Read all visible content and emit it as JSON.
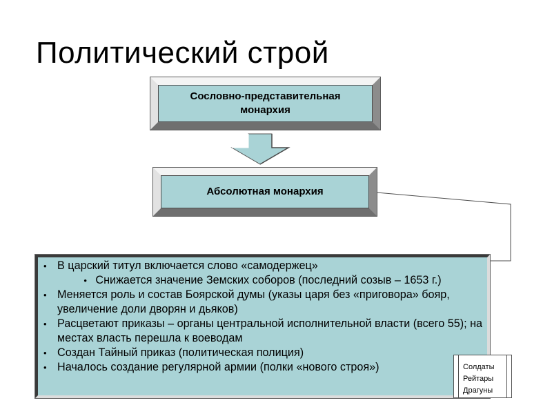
{
  "title": "Политический строй",
  "box_top": {
    "lines": [
      "Сословно-представительная",
      "монархия"
    ]
  },
  "box_bottom": {
    "text": "Абсолютная монархия"
  },
  "bullet_glyph": "•",
  "items": [
    "В царский титул включается слово «самодержец»",
    "Снижается значение Земских соборов (последний созыв – 1653 г.)",
    "Меняется роль и состав Боярской думы (указы царя без «приговора» бояр, увеличение доли дворян и дьяков)",
    "Расцветают приказы – органы центральной исполнительной власти (всего 55); на местах власть перешла к воеводам",
    "Создан Тайный приказ (политическая полиция)",
    "Началось создание регулярной армии (полки «нового строя»)"
  ],
  "army_types": [
    "Солдаты",
    "Рейтары",
    "Драгуны"
  ],
  "colors": {
    "box_fill": "#a9d3d6",
    "line": "#4d4d4d"
  }
}
